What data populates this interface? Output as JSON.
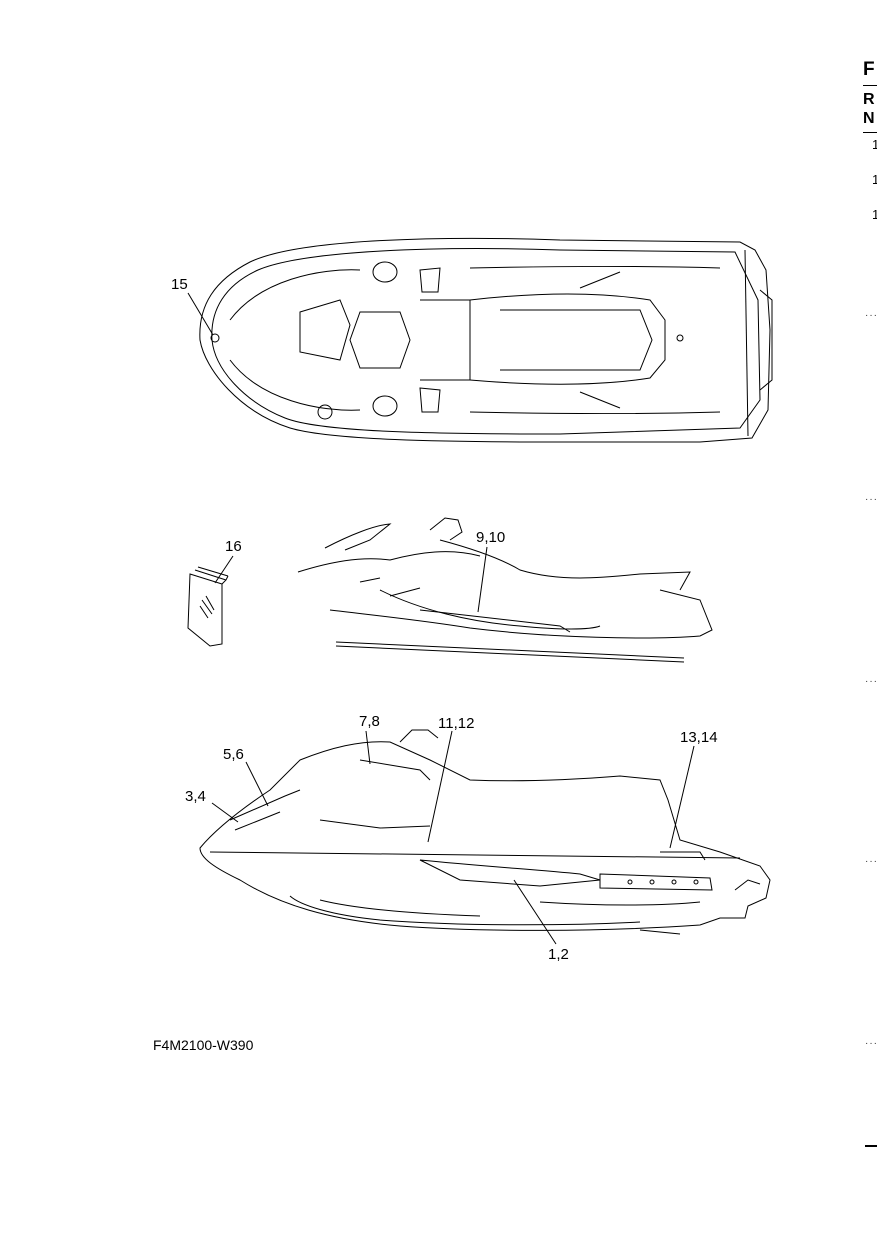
{
  "callouts": {
    "c15": "15",
    "c16": "16",
    "c9_10": "9,10",
    "c7_8": "7,8",
    "c11_12": "11,12",
    "c5_6": "5,6",
    "c3_4": "3,4",
    "c13_14": "13,14",
    "c1_2": "1,2"
  },
  "figure_code": "F4M2100-W390",
  "right_edge": {
    "f": "F",
    "r": "R",
    "n": "N",
    "one_a": "1",
    "one_b": "1",
    "one_c": "1"
  }
}
